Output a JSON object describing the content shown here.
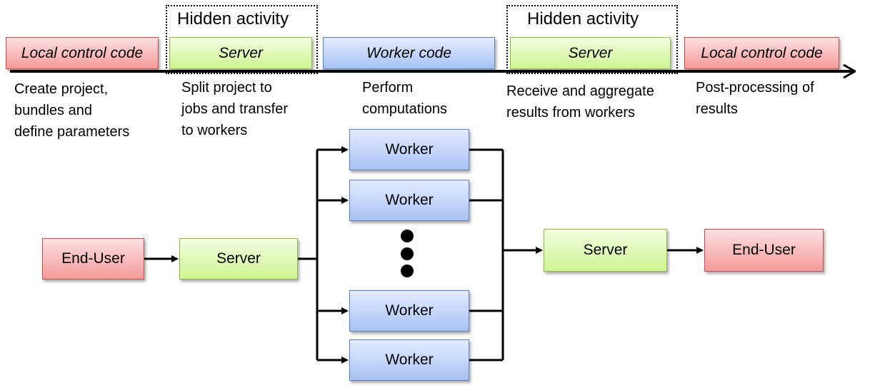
{
  "timeline": {
    "stages": [
      {
        "label": "Local control code",
        "description": "Create project,\nbundles and\ndefine parameters"
      },
      {
        "label": "Server",
        "description": "Split project to\njobs and transfer\nto workers"
      },
      {
        "label": "Worker code",
        "description": "Perform\ncomputations"
      },
      {
        "label": "Server",
        "description": "Receive and aggregate\nresults from workers"
      },
      {
        "label": "Local control code",
        "description": "Post-processing of\nresults"
      }
    ],
    "hidden_groups": [
      {
        "title": "Hidden activity"
      },
      {
        "title": "Hidden activity"
      }
    ]
  },
  "flow": {
    "source": "End-User",
    "dispatch_server": "Server",
    "workers": [
      "Worker",
      "Worker",
      "Worker",
      "Worker"
    ],
    "aggregate_server": "Server",
    "sink": "End-User"
  },
  "colors": {
    "local": "#f59a9a",
    "server": "#cdf592",
    "worker": "#a8c2f5",
    "line": "#000000"
  }
}
